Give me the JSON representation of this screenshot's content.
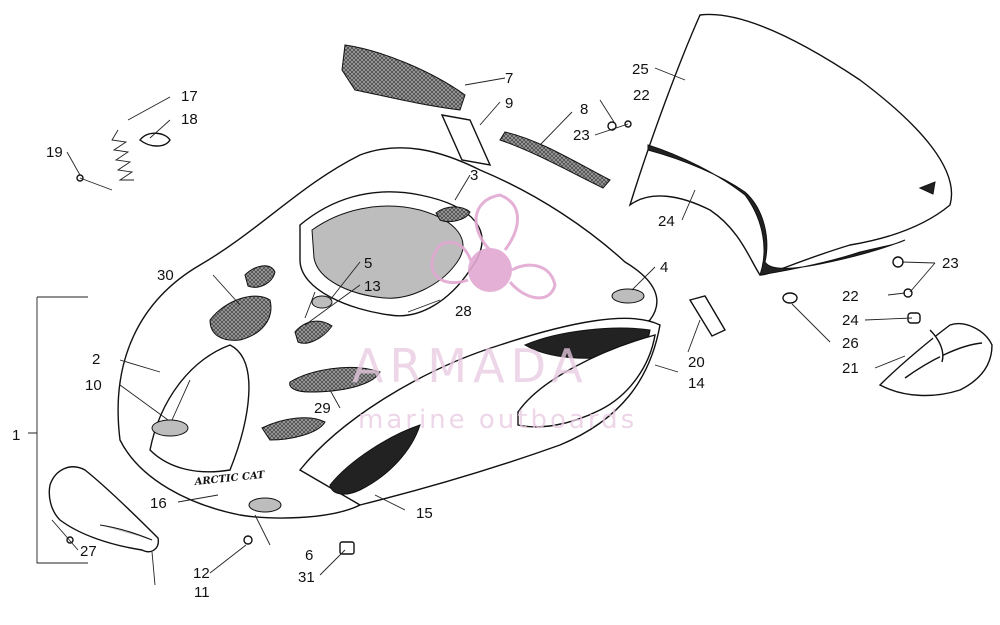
{
  "watermark": {
    "brand": "ARMADA",
    "tagline": "marine outboards",
    "accent_color": "#e2a8d2"
  },
  "decal_text": {
    "brand_mark": "ARCTIC CAT"
  },
  "callouts": [
    "1",
    "2",
    "3",
    "4",
    "5",
    "6",
    "7",
    "8",
    "9",
    "10",
    "11",
    "12",
    "13",
    "14",
    "15",
    "16",
    "17",
    "18",
    "19",
    "20",
    "21",
    "22",
    "22",
    "23",
    "23",
    "24",
    "24",
    "25",
    "26",
    "27",
    "28",
    "29",
    "30",
    "31"
  ]
}
